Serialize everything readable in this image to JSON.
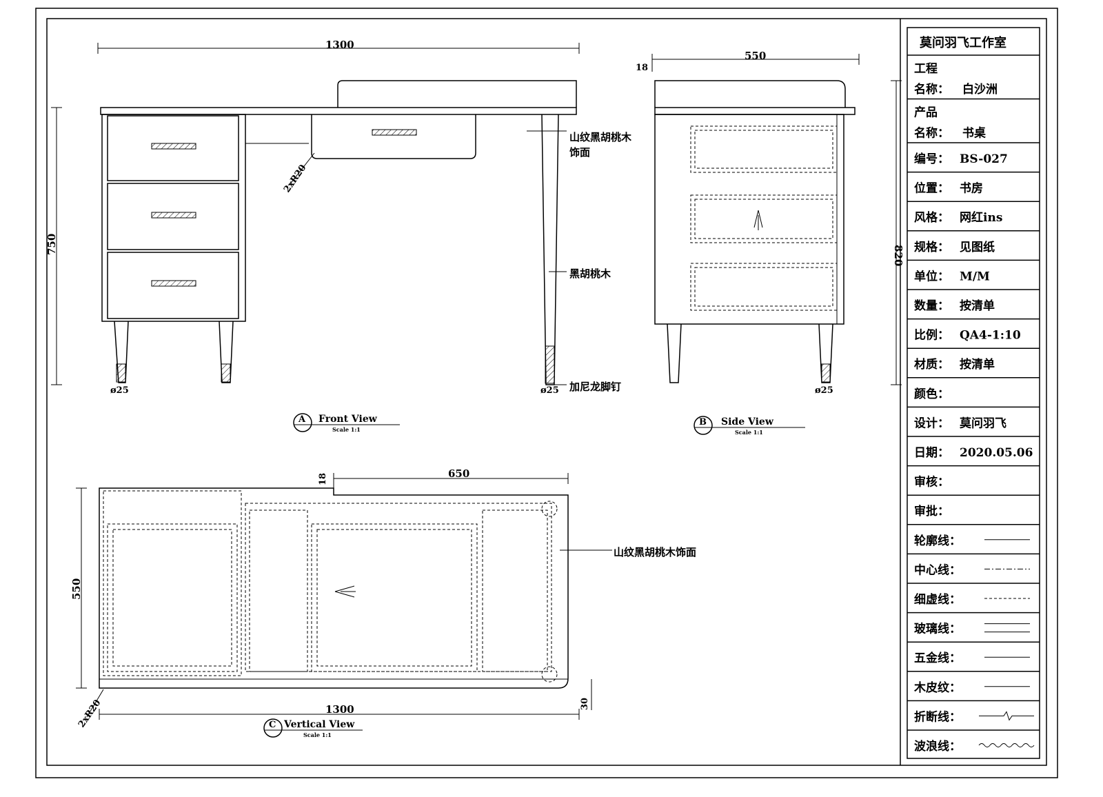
{
  "title_block": {
    "studio": "莫问羽飞工作室",
    "rows": [
      {
        "label": "工程",
        "label2": "名称：",
        "value": "白沙洲"
      },
      {
        "label": "产品",
        "label2": "名称：",
        "value": "书桌"
      },
      {
        "label": "编号：",
        "value": "BS-027"
      },
      {
        "label": "位置：",
        "value": "书房"
      },
      {
        "label": "风格：",
        "value": "网红ins"
      },
      {
        "label": "规格：",
        "value": "见图纸"
      },
      {
        "label": "单位：",
        "value": "M/M"
      },
      {
        "label": "数量：",
        "value": "按清单"
      },
      {
        "label": "比例：",
        "value": "QA4-1:10"
      },
      {
        "label": "材质：",
        "value": "按清单"
      },
      {
        "label": "颜色：",
        "value": ""
      },
      {
        "label": "设计：",
        "value": "莫问羽飞"
      },
      {
        "label": "日期：",
        "value": "2020.05.06"
      },
      {
        "label": "审核：",
        "value": ""
      },
      {
        "label": "审批：",
        "value": ""
      }
    ],
    "legend": [
      "轮廓线：",
      "中心线：",
      "细虚线：",
      "玻璃线：",
      "五金线：",
      "木皮纹：",
      "折断线：",
      "波浪线："
    ]
  },
  "front_view": {
    "dim_width": "1300",
    "dim_height": "750",
    "dim_radius": "2xR20",
    "foot_dia": "ø25",
    "note_veneer_1": "山纹黑胡桃木",
    "note_veneer_2": "饰面",
    "note_wood": "黑胡桃木",
    "note_foot": "加尼龙脚钉",
    "marker": "A",
    "title": "Front View",
    "scale": "Scale 1:1"
  },
  "side_view": {
    "dim_width": "550",
    "dim_thick": "18",
    "dim_height": "820",
    "foot_dia": "ø25",
    "marker": "B",
    "title": "Side View",
    "scale": "Scale 1:1"
  },
  "plan_view": {
    "dim_width": "1300",
    "dim_depth": "550",
    "dim_drawer": "650",
    "dim_thick": "18",
    "dim_edge": "30",
    "dim_radius": "2xR20",
    "note_veneer": "山纹黑胡桃木饰面",
    "marker": "C",
    "title": "Vertical View",
    "scale": "Scale 1:1"
  }
}
